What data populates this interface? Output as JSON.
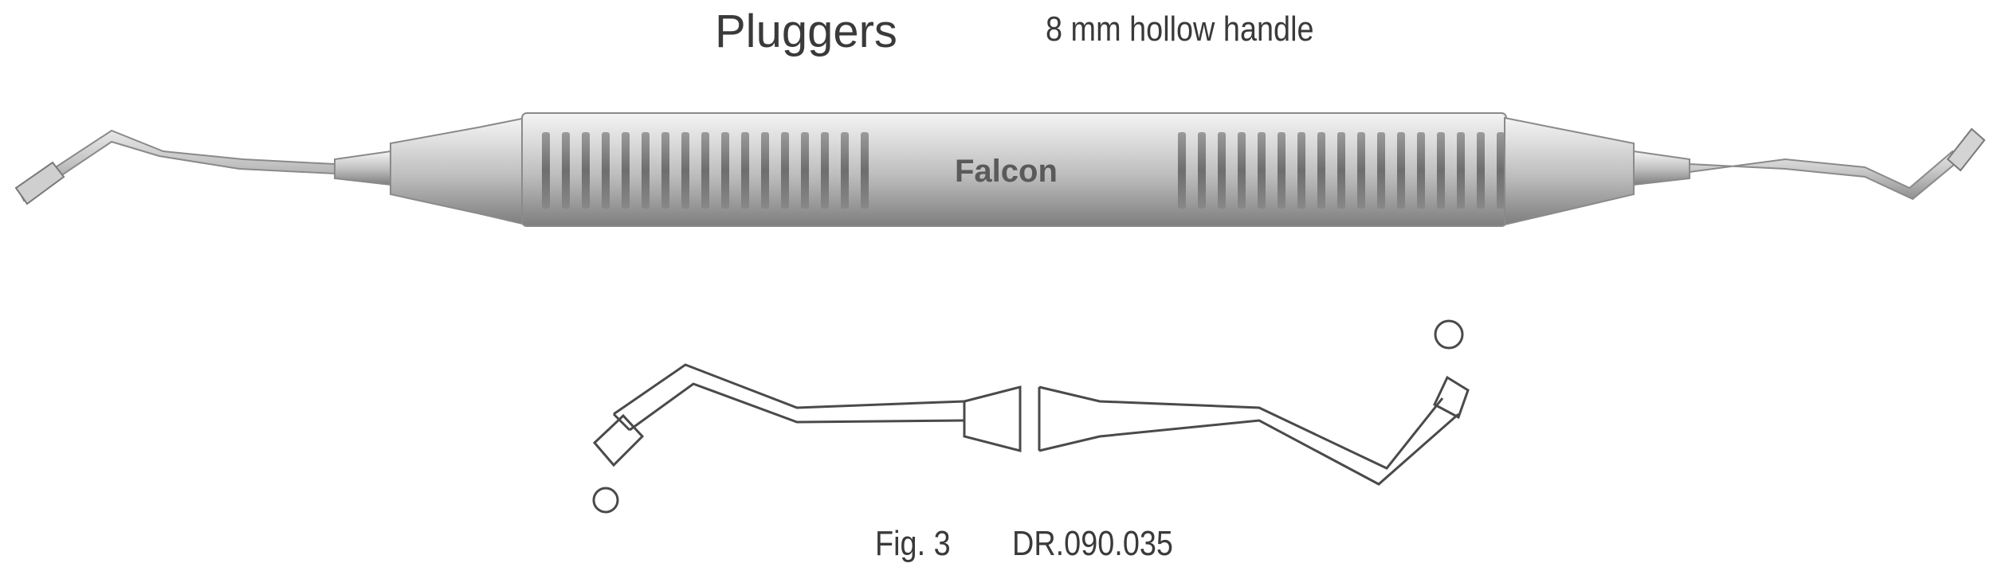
{
  "header": {
    "title": "Pluggers",
    "subtitle": "8 mm hollow handle"
  },
  "instrument": {
    "brand_logo": "Falcon",
    "handle_icon": "dental-plugger-instrument-photo",
    "diagram_icon": "plugger-tip-line-drawing"
  },
  "caption": {
    "figure": "Fig. 3",
    "code": "DR.090.035"
  },
  "colors": {
    "text": "#3a3a3a",
    "steel_light": "#e6e6e6",
    "steel_dark": "#8c8c8c",
    "line": "#4a4a4a"
  }
}
